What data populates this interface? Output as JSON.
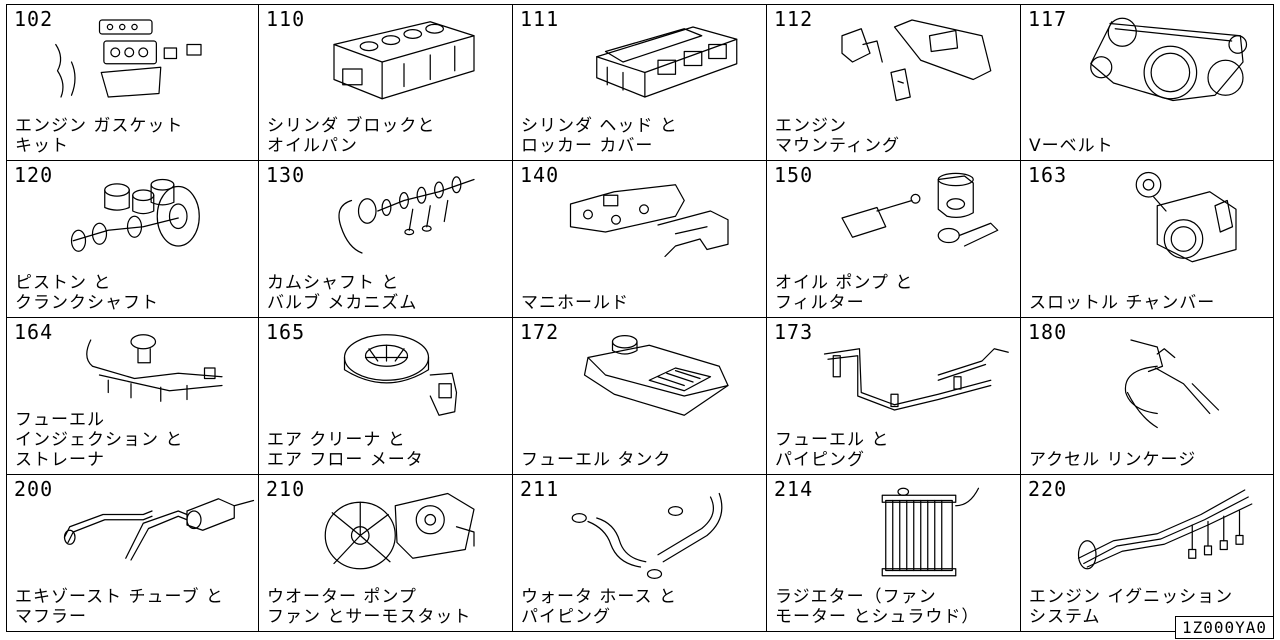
{
  "cells": [
    {
      "code": "102",
      "label": "エンジン ガスケット\nキット",
      "illustration": "gasket-kit"
    },
    {
      "code": "110",
      "label": "シリンダ ブロックと\nオイルパン",
      "illustration": "cylinder-block"
    },
    {
      "code": "111",
      "label": "シリンダ ヘッド と\nロッカー カバー",
      "illustration": "cylinder-head"
    },
    {
      "code": "112",
      "label": "エンジン\nマウンティング",
      "illustration": "engine-mount"
    },
    {
      "code": "117",
      "label": "Vーベルト",
      "illustration": "v-belt"
    },
    {
      "code": "120",
      "label": "ピストン と\nクランクシャフト",
      "illustration": "piston-crankshaft"
    },
    {
      "code": "130",
      "label": "カムシャフト と\nバルブ メカニズム",
      "illustration": "camshaft-valve"
    },
    {
      "code": "140",
      "label": "マニホールド",
      "illustration": "manifold"
    },
    {
      "code": "150",
      "label": "オイル ポンプ と\nフィルター",
      "illustration": "oil-pump-filter"
    },
    {
      "code": "163",
      "label": "スロットル チャンバー",
      "illustration": "throttle-chamber"
    },
    {
      "code": "164",
      "label": "フューエル\nインジェクション と\nストレーナ",
      "illustration": "fuel-injection"
    },
    {
      "code": "165",
      "label": "エア クリーナ と\nエア フロー メータ",
      "illustration": "air-cleaner"
    },
    {
      "code": "172",
      "label": "フューエル タンク",
      "illustration": "fuel-tank"
    },
    {
      "code": "173",
      "label": "フューエル と\nパイピング",
      "illustration": "fuel-piping"
    },
    {
      "code": "180",
      "label": "アクセル リンケージ",
      "illustration": "accelerator-linkage"
    },
    {
      "code": "200",
      "label": "エキゾースト チューブ と\nマフラー",
      "illustration": "exhaust-muffler"
    },
    {
      "code": "210",
      "label": "ウオーター ポンプ\nファン とサーモスタット",
      "illustration": "water-pump"
    },
    {
      "code": "211",
      "label": "ウォータ ホース と\nパイピング",
      "illustration": "water-hose"
    },
    {
      "code": "214",
      "label": "ラジエター（ファン\nモーター とシュラウド）",
      "illustration": "radiator"
    },
    {
      "code": "220",
      "label": "エンジン イグニッション\nシステム",
      "illustration": "ignition-system"
    }
  ],
  "doc_code": "1Z000YA0"
}
